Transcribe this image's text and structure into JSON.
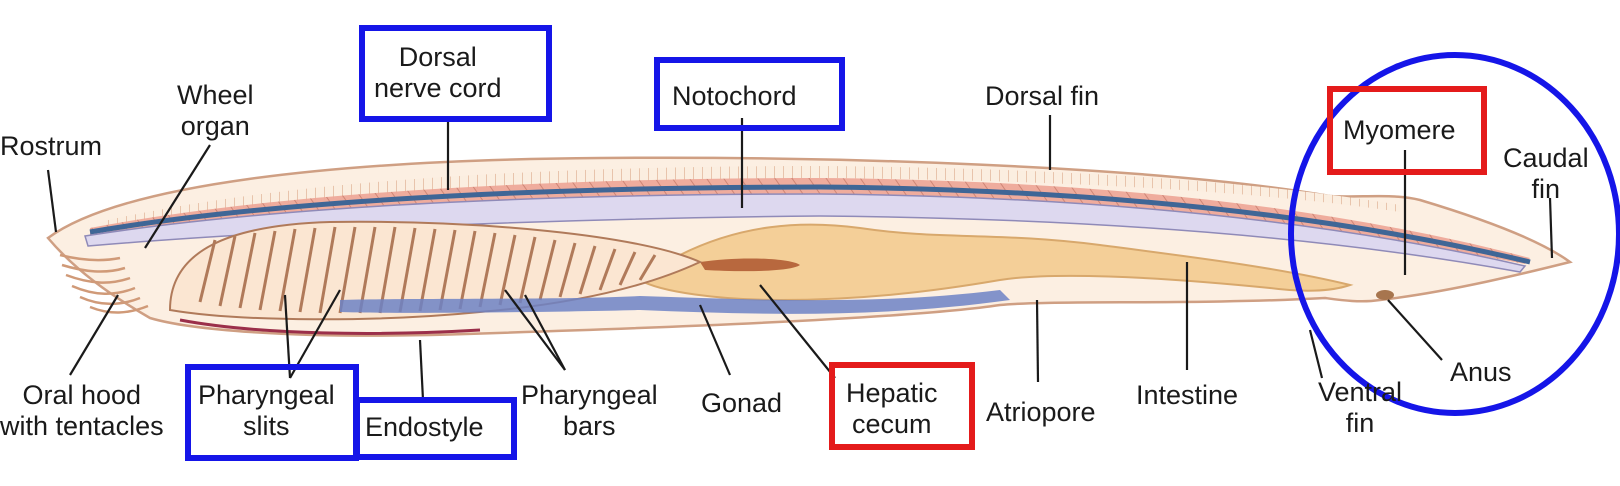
{
  "labels": {
    "rostrum": "Rostrum",
    "wheel_organ": "Wheel\norgan",
    "dorsal_nerve_cord": "Dorsal\nnerve cord",
    "notochord": "Notochord",
    "dorsal_fin": "Dorsal fin",
    "myomere": "Myomere",
    "caudal_fin": "Caudal\nfin",
    "oral_hood": "Oral hood\nwith tentacles",
    "pharyngeal_slits": "Pharyngeal\nslits",
    "endostyle": "Endostyle",
    "pharyngeal_bars": "Pharyngeal\nbars",
    "gonad": "Gonad",
    "hepatic_cecum": "Hepatic\ncecum",
    "atriopore": "Atriopore",
    "intestine": "Intestine",
    "ventral_fin": "Ventral\nfin",
    "anus": "Anus"
  },
  "colors": {
    "highlight_blue": "#1515e8",
    "highlight_red": "#e41b1b",
    "body_outline": "#d9a98a",
    "muscle": "#e09a8a",
    "notochord": "#dcd6ee",
    "nerve_cord": "#4a6fa0",
    "gut": "#f3cf96",
    "gonad": "#6f86c9",
    "pharynx_bars": "#c98c6a"
  }
}
